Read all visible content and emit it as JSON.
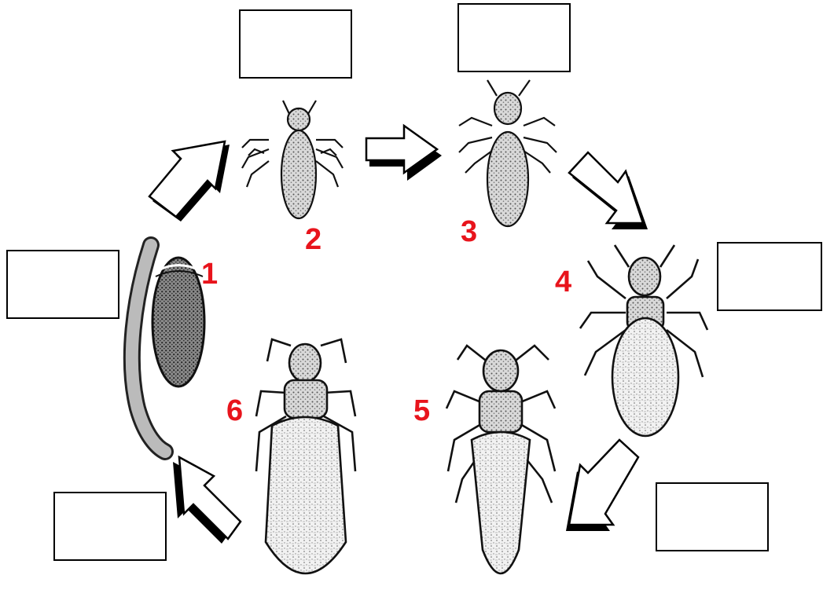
{
  "diagram": {
    "stage_numbers": [
      "1",
      "2",
      "3",
      "4",
      "5",
      "6"
    ],
    "number_color": "#e8141c",
    "label_boxes": [
      "",
      "",
      "",
      "",
      "",
      ""
    ],
    "stages": [
      {
        "id": "1",
        "depicts": "egg-on-hair"
      },
      {
        "id": "2",
        "depicts": "nymph-small"
      },
      {
        "id": "3",
        "depicts": "nymph-medium"
      },
      {
        "id": "4",
        "depicts": "nymph-large"
      },
      {
        "id": "5",
        "depicts": "adult-male"
      },
      {
        "id": "6",
        "depicts": "adult-female"
      }
    ]
  }
}
